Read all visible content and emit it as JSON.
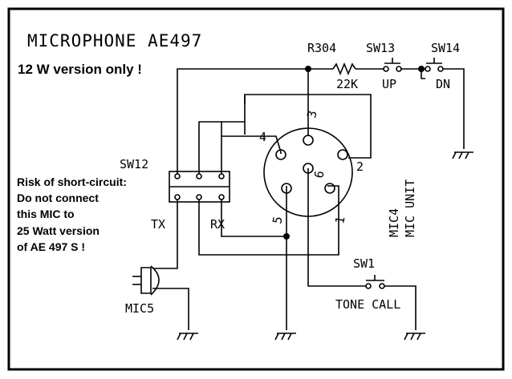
{
  "title": "MICROPHONE AE497",
  "version_note": "12 W version only !",
  "warning": [
    "Risk of short-circuit:",
    "Do not connect",
    "this MIC to",
    "25 Watt version",
    "of AE 497 S !"
  ],
  "labels": {
    "r304": "R304",
    "r304_value": "22K",
    "sw13": "SW13",
    "sw13_function": "UP",
    "sw14": "SW14",
    "sw14_function": "DN",
    "sw12": "SW12",
    "tx": "TX",
    "rx": "RX",
    "mic5": "MIC5",
    "mic4": "MIC4",
    "mic_unit": "MIC UNIT",
    "sw1": "SW1",
    "tone_call": "TONE CALL"
  },
  "pins": {
    "p1": "1",
    "p2": "2",
    "p3": "3",
    "p4": "4",
    "p5": "5",
    "p6": "6"
  }
}
